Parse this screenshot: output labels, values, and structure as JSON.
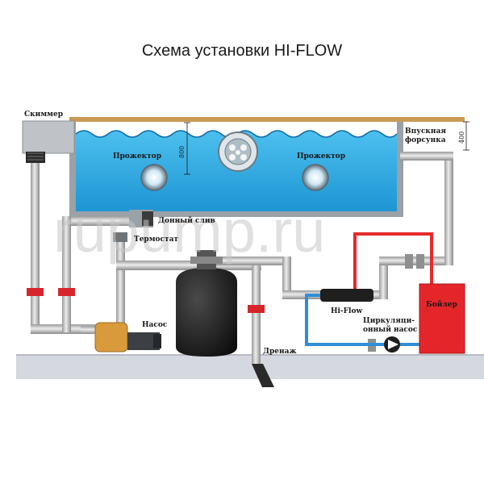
{
  "title": "Схема установки HI-FLOW",
  "watermark": "rupump.ru",
  "labels": {
    "skimmer": "Скиммер",
    "inlet_line1": "Впускная",
    "inlet_line2": "форсунка",
    "spotlight_left": "Прожектор",
    "spotlight_right": "Прожектор",
    "bottom_drain": "Донный слив",
    "thermostat": "Термостат",
    "pump": "Насос",
    "drain": "Дренаж",
    "hiflow": "Hi-Flow",
    "boiler": "Бойлер",
    "circ_line1": "Циркуляци-",
    "circ_line2": "онный насос",
    "dim_800": "800",
    "dim_400": "400"
  },
  "colors": {
    "water": "#29a9e1",
    "pipe": "#c9c9c9",
    "hot_line": "#e52b2b",
    "cold_line": "#2f8ed6",
    "boiler": "#e4262b",
    "valve": "#d7262b",
    "pump": "#d99a3c",
    "filter": "#1b1b1b",
    "floor": "#d6d8df"
  }
}
